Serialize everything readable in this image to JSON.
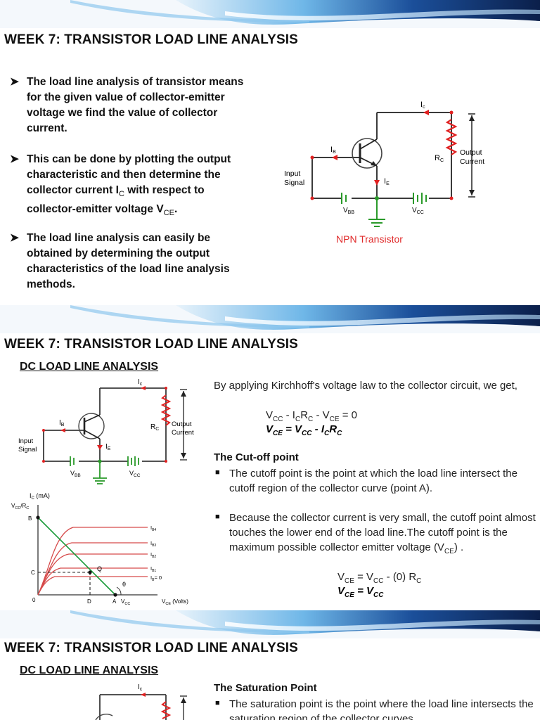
{
  "colors": {
    "banner_dark": "#0b1f4a",
    "banner_light": "#3ea0e0",
    "wire": "#3a3a3a",
    "resistor": "#e02020",
    "ground": "#2a9a2a",
    "load_line": "#1a9a3a",
    "curve": "#d64a4a",
    "caption_red": "#e02a2a"
  },
  "slide1": {
    "title": "WEEK 7: TRANSISTOR LOAD LINE ANALYSIS",
    "bullets": [
      "The load line analysis of transistor means for the given value of collector-emitter voltage we find the value of collector current.",
      "This can be done by plotting the output characteristic and then determine the collector current I",
      "The load line analysis can easily be obtained by determining the output characteristics of the load line analysis methods."
    ],
    "bullet2": {
      "pre": "This can be done by plotting the output characteristic and then determine the collector current I",
      "sub1": "C",
      "mid": " with respect to collector-emitter voltage V",
      "sub2": "CE",
      "post": "."
    },
    "circuit": {
      "ic": "I",
      "ic_sub": "c",
      "ib": "I",
      "ib_sub": "B",
      "ie": "I",
      "ie_sub": "E",
      "rc": "R",
      "rc_sub": "C",
      "output1": "Output",
      "output2": "Current",
      "input1": "Input",
      "input2": "Signal",
      "vbb": "V",
      "vbb_sub": "BB",
      "vcc": "V",
      "vcc_sub": "CC",
      "caption": "NPN Transistor"
    }
  },
  "slide2": {
    "title": "WEEK 7: TRANSISTOR LOAD LINE ANALYSIS",
    "subtitle": "DC LOAD LINE ANALYSIS",
    "intro": "By applying Kirchhoff's voltage law to the collector circuit, we get,",
    "eq1": {
      "a": "V",
      "a_sub": "CC",
      "b": " - I",
      "b_sub": "C",
      "c": "R",
      "c_sub": "C",
      "d": " - V",
      "d_sub": "CE",
      "e": " = 0"
    },
    "eq2": {
      "a": "V",
      "a_sub": "CE",
      "b": " = V",
      "b_sub": "CC",
      "c": " - I",
      "c_sub": "C",
      "d": "R",
      "d_sub": "C"
    },
    "cutoff_heading": "The Cut-off point",
    "cutoff_bullets": [
      "The cutoff point is the point at which the load line intersect the cutoff region of the collector curve (point A).",
      "Because the collector current is very small, the cutoff point almost touches the lower end of the load line.The cutoff point is the maximum possible collector emitter voltage (V"
    ],
    "bullet2_sub": "CE",
    "bullet2_post": ") .",
    "eq3": {
      "a": "V",
      "a_sub": "CE",
      "b": " = V",
      "b_sub": "CC",
      "c": " - (0) R",
      "c_sub": "C"
    },
    "eq4": {
      "a": "V",
      "a_sub": "CE",
      "b": " = V",
      "b_sub": "CC"
    },
    "graph": {
      "ylabel": "I",
      "ylabel_sub": "C",
      "ylabel_unit": " (mA)",
      "vcc_rc": "V",
      "vcc_rc_sub": "CC",
      "vcc_rc_tail": "/R",
      "vcc_rc_tail_sub": "C",
      "B": "B",
      "C": "C",
      "Q": "Q",
      "theta": "θ",
      "zero": "0",
      "D": "D",
      "A": "A",
      "vcc_axis": "V",
      "vcc_axis_sub": "CC",
      "xlabel": "V",
      "xlabel_sub": "CE",
      "xlabel_unit": " (Volts)",
      "ib4": "I",
      "ib4_sub": "B4",
      "ib3": "I",
      "ib3_sub": "B3",
      "ib2": "I",
      "ib2_sub": "B2",
      "ib1": "I",
      "ib1_sub": "B1",
      "ib0": "I",
      "ib0_sub": "B",
      "ib0_tail": "= 0"
    },
    "circuit": {
      "ic": "I",
      "ic_sub": "c",
      "ib": "I",
      "ib_sub": "B",
      "ie": "I",
      "ie_sub": "E",
      "rc": "R",
      "rc_sub": "C",
      "output1": "Output",
      "output2": "Current",
      "input1": "Input",
      "input2": "Signal",
      "vbb": "V",
      "vbb_sub": "BB",
      "vcc": "V",
      "vcc_sub": "CC"
    }
  },
  "slide3": {
    "title": "WEEK 7: TRANSISTOR LOAD LINE ANALYSIS",
    "subtitle": "DC LOAD LINE ANALYSIS",
    "sat_heading": "The Saturation Point",
    "sat_bullet": "The saturation point is the point where the load line intersects the saturation region of the collector curves",
    "circuit": {
      "ic": "I",
      "ic_sub": "c"
    }
  }
}
